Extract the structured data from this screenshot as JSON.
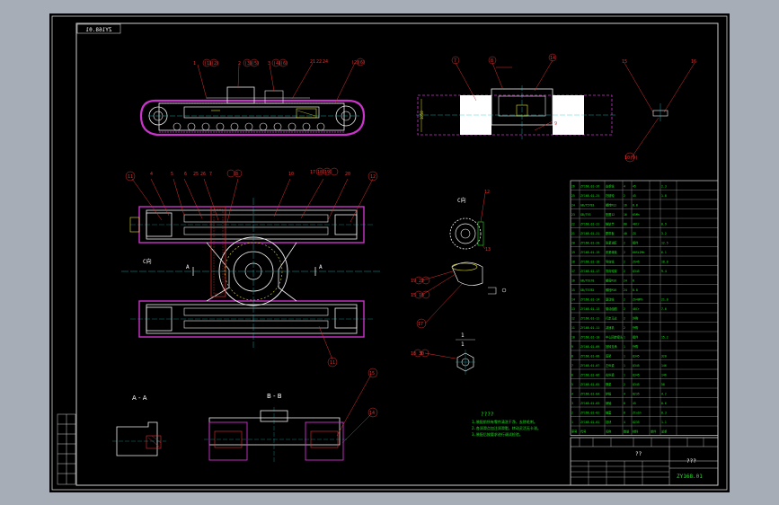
{
  "drawing": {
    "doc_code_mirrored": "ZY168.01",
    "drawing_number": "ZY168.01",
    "title_block_caption": "??",
    "title_block_small": "???",
    "section_labels": {
      "aa": "A - A",
      "bb": "B - B",
      "view_c_left": "C向",
      "view_c_right": "C向",
      "cut_a_left": "A",
      "cut_a_right": "A",
      "scale_note_top": "1",
      "scale_note_bottom": "1"
    },
    "tech_notes": {
      "heading": "????",
      "lines": [
        "1.装配前所有零件清洗干净，去除毛刺。",
        "2.各润滑点加注润滑脂，转动灵活无卡滞。",
        "3.装配后按要求进行调试检验。"
      ]
    },
    "balloons": {
      "top_view": [
        "1",
        "(1)",
        "(2)",
        "2",
        "(3)",
        "(5)",
        "3",
        "(4)",
        "(6)",
        "21",
        "22",
        "24",
        "(2)",
        "(6)"
      ],
      "right_view": [
        "7",
        "8",
        "14",
        "9"
      ],
      "detail_view": [
        "15",
        "16",
        "10",
        "(9)"
      ],
      "plan_view": [
        "11",
        "4",
        "5",
        "6",
        "25",
        "26",
        "7",
        "8",
        "10",
        "17",
        "18",
        "19",
        "20",
        "12",
        "11"
      ],
      "c_view": [
        "12",
        "13",
        "19",
        "22",
        "15",
        "16",
        "17",
        "18",
        "30"
      ],
      "bb_view": [
        "15",
        "14"
      ]
    },
    "parts_table": {
      "rows": [
        [
          "26",
          "ZY168.01-26",
          "支重轮",
          "4",
          "45",
          "",
          "2.3"
        ],
        [
          "25",
          "ZY168.01-25",
          "托链轮",
          "2",
          "45",
          "",
          "1.8"
        ],
        [
          "24",
          "GB/T5783",
          "螺栓M12",
          "16",
          "8.8",
          "",
          ""
        ],
        [
          "23",
          "GB/T93",
          "垫圈12",
          "16",
          "65Mn",
          "",
          ""
        ],
        [
          "22",
          "ZY168.01-22",
          "链轨节",
          "80",
          "40Cr",
          "",
          "0.9"
        ],
        [
          "21",
          "ZY168.01-21",
          "履带板",
          "40",
          "ZG",
          "",
          "3.2"
        ],
        [
          "20",
          "ZY168.01-20",
          "张紧油缸",
          "2",
          "组件",
          "",
          "12.5"
        ],
        [
          "19",
          "ZY168.01-19",
          "张紧弹簧",
          "2",
          "60Si2Mn",
          "",
          "6.1"
        ],
        [
          "18",
          "ZY168.01-18",
          "导向轮",
          "2",
          "ZG45",
          "",
          "18.0"
        ],
        [
          "17",
          "ZY168.01-17",
          "导向轮架",
          "2",
          "Q345",
          "",
          "9.4"
        ],
        [
          "16",
          "GB/T6170",
          "螺母M16",
          "24",
          "8",
          "",
          ""
        ],
        [
          "15",
          "GB/T5782",
          "螺栓M16",
          "24",
          "8.8",
          "",
          ""
        ],
        [
          "14",
          "ZY168.01-14",
          "驱动轮",
          "2",
          "ZG40Mn",
          "",
          "21.0"
        ],
        [
          "13",
          "ZY168.01-13",
          "驱动齿圈",
          "2",
          "40Cr",
          "",
          "7.6"
        ],
        [
          "12",
          "ZY168.01-12",
          "行走马达",
          "2",
          "外购",
          "",
          ""
        ],
        [
          "11",
          "ZY168.01-11",
          "减速机",
          "2",
          "外购",
          "",
          ""
        ],
        [
          "10",
          "ZY168.01-10",
          "中心回转接头",
          "1",
          "组件",
          "",
          "15.2"
        ],
        [
          "9",
          "ZY168.01-09",
          "回转支承",
          "1",
          "外购",
          "",
          ""
        ],
        [
          "8",
          "ZY168.01-08",
          "底架",
          "1",
          "Q345",
          "",
          "320"
        ],
        [
          "7",
          "ZY168.01-07",
          "左纵梁",
          "1",
          "Q345",
          "",
          "146"
        ],
        [
          "6",
          "ZY168.01-06",
          "右纵梁",
          "1",
          "Q345",
          "",
          "146"
        ],
        [
          "5",
          "ZY168.01-05",
          "横梁",
          "2",
          "Q345",
          "",
          "58"
        ],
        [
          "4",
          "ZY168.01-04",
          "护板",
          "4",
          "Q235",
          "",
          "4.2"
        ],
        [
          "3",
          "ZY168.01-03",
          "销轴",
          "8",
          "45",
          "",
          "0.6"
        ],
        [
          "2",
          "ZY168.01-02",
          "轴套",
          "8",
          "ZCuSn",
          "",
          "0.3"
        ],
        [
          "1",
          "ZY168.01-01",
          "挡块",
          "4",
          "Q235",
          "",
          "1.1"
        ]
      ],
      "header": [
        "序号",
        "代号",
        "名称",
        "数量",
        "材料",
        "单件",
        "总重"
      ]
    },
    "revision_rows": [
      "",
      "",
      "",
      "",
      "",
      "",
      ""
    ]
  }
}
